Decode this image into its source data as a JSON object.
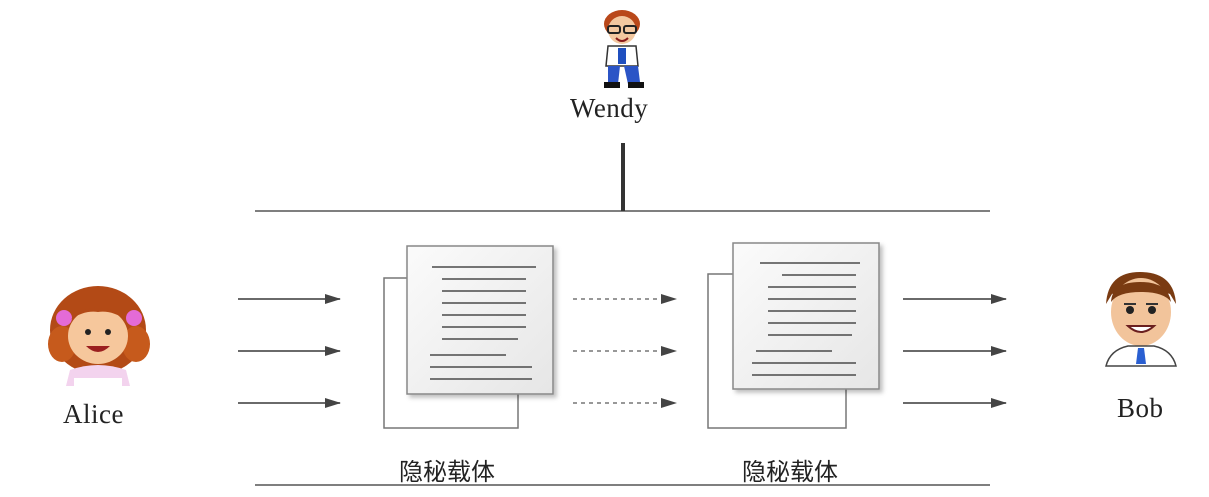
{
  "actors": {
    "sender": {
      "name": "Alice",
      "icon": "girl-avatar-icon"
    },
    "observer": {
      "name": "Wendy",
      "icon": "warden-avatar-icon"
    },
    "receiver": {
      "name": "Bob",
      "icon": "man-avatar-icon"
    }
  },
  "carriers": [
    {
      "label": "隐秘载体",
      "icon": "document-stack-icon"
    },
    {
      "label": "隐秘载体",
      "icon": "document-stack-icon"
    }
  ],
  "flows": {
    "solid_arrow_color": "#555555",
    "dashed_arrow_color": "#777777"
  },
  "colors": {
    "line": "#555555",
    "paper_back": "#ffffff",
    "paper_front": "#f2f2f2",
    "text": "#222222"
  }
}
